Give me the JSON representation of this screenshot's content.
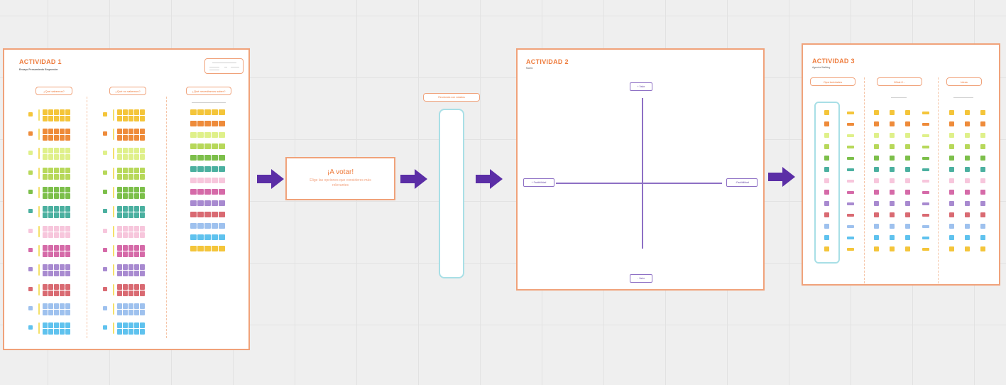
{
  "activity1": {
    "title": "ACTIVIDAD 1",
    "subtitle": "Ensayo Pensamiento Emprender",
    "headers": [
      "¿Qué sabemos?",
      "¿Qué no sabemos?",
      "¿Qué necesitamos saber?"
    ]
  },
  "vote": {
    "title": "¡A votar!",
    "text": "Elige las opciones que consideres más relevantes"
  },
  "selection": {
    "header": "Reuniones con votados"
  },
  "activity2": {
    "title": "ACTIVIDAD 2",
    "subtitle": "Matriz",
    "axis_top": "+ Valor",
    "axis_bottom": "- Valor",
    "axis_left": "+ Factibilidad",
    "axis_right": "- Factibilidad"
  },
  "activity3": {
    "title": "ACTIVIDAD 3",
    "subtitle": "Agenda Walking",
    "headers": [
      "Oportunidades",
      "What if...",
      "Ideas"
    ]
  },
  "colors": {
    "frame_border": "#f0a27a",
    "title_orange": "#ee7a3a",
    "arrow_purple": "#5b2ea6",
    "axis_purple": "#8d6fc4",
    "teal": "#a8dfe6",
    "sticky_palette": [
      "#f4c53a",
      "#ee8b3a",
      "#dff08a",
      "#b7d85a",
      "#7cbf4a",
      "#4bb0a0",
      "#f7c6dc",
      "#d56aa8",
      "#a88ad0",
      "#d96a72",
      "#9ec1ee",
      "#5fc2ee"
    ]
  },
  "icons": {
    "arrow": "arrow-right-icon"
  }
}
